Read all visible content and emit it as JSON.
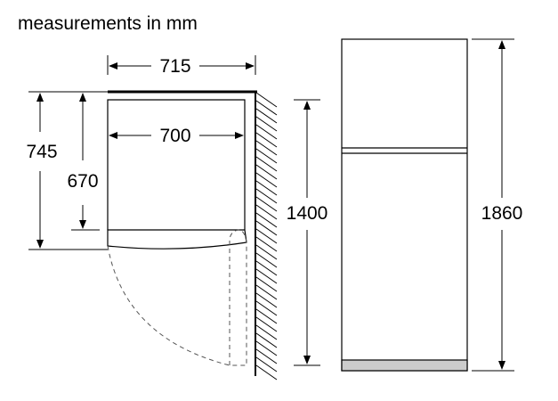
{
  "title": "measurements in mm",
  "dimensions": {
    "outer_width": "715",
    "inner_width": "700",
    "outer_depth": "745",
    "inner_depth": "670",
    "wall_height": "1400",
    "total_height": "1860"
  },
  "colors": {
    "line": "#000000",
    "dashed_door": "#555555",
    "base_plinth": "#cccccc",
    "background": "#ffffff"
  }
}
